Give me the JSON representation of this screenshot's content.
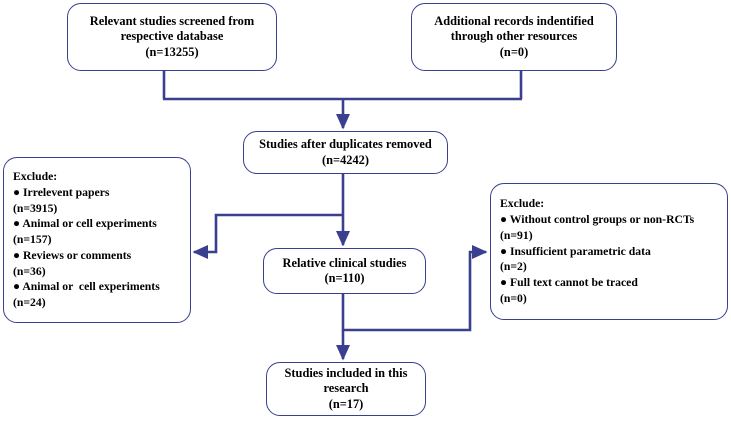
{
  "diagram": {
    "title": "PRISMA study selection flow diagram",
    "type": "flowchart",
    "stroke_color": "#3b3f8f",
    "text_color": "#000000",
    "background_color": "#ffffff"
  },
  "nodes": {
    "screened": {
      "id": "screened",
      "lines": [
        "Relevant studies screened from",
        "respective database",
        "(n=13255)"
      ],
      "count": 13255
    },
    "additional": {
      "id": "additional",
      "lines": [
        "Additional records indentified",
        "through other resources",
        "(n=0)"
      ],
      "count": 0
    },
    "duplicates": {
      "id": "duplicates",
      "lines": [
        "Studies after duplicates removed",
        "(n=4242)"
      ],
      "count": 4242
    },
    "relative": {
      "id": "relative",
      "lines": [
        "Relative clinical studies",
        "(n=110)"
      ],
      "count": 110
    },
    "included": {
      "id": "included",
      "lines": [
        "Studies included in this",
        "research",
        "(n=17)"
      ],
      "count": 17
    },
    "exclude_left": {
      "id": "exclude_left",
      "heading": "Exclude:",
      "lines": [
        "Exclude:",
        "● Irrelevent papers",
        "(n=3915)",
        "● Animal or cell experiments",
        "(n=157)",
        "● Reviews or comments",
        "(n=36)",
        "● Animal or  cell experiments",
        "(n=24)"
      ],
      "items": [
        {
          "label": "Irrelevent papers",
          "count": 3915
        },
        {
          "label": "Animal or cell experiments",
          "count": 157
        },
        {
          "label": "Reviews or comments",
          "count": 36
        },
        {
          "label": "Animal or  cell experiments",
          "count": 24
        }
      ]
    },
    "exclude_right": {
      "id": "exclude_right",
      "heading": "Exclude:",
      "lines": [
        "Exclude:",
        "● Without control groups or non-RCTs",
        "(n=91)",
        "● Insufficient parametric data",
        "(n=2)",
        "● Full text cannot be traced",
        "(n=0)"
      ],
      "items": [
        {
          "label": "Without control groups or non-RCTs",
          "count": 91
        },
        {
          "label": "Insufficient parametric data",
          "count": 2
        },
        {
          "label": "Full text cannot be traced",
          "count": 0
        }
      ]
    }
  },
  "connectors": [
    {
      "name": "screened-to-merge",
      "from": "screened",
      "to": "merge-bar",
      "arrow": false
    },
    {
      "name": "additional-to-merge",
      "from": "additional",
      "to": "merge-bar",
      "arrow": false
    },
    {
      "name": "merge-to-duplicates",
      "from": "merge-bar",
      "to": "duplicates",
      "arrow": true
    },
    {
      "name": "duplicates-to-relative",
      "from": "duplicates",
      "to": "relative",
      "arrow": true
    },
    {
      "name": "spine-to-exclude-left",
      "from": "spine",
      "to": "exclude_left",
      "arrow": true
    },
    {
      "name": "relative-to-exclude-right",
      "from": "relative",
      "to": "exclude_right",
      "arrow": true
    },
    {
      "name": "relative-to-included",
      "from": "relative",
      "to": "included",
      "arrow": true
    }
  ]
}
